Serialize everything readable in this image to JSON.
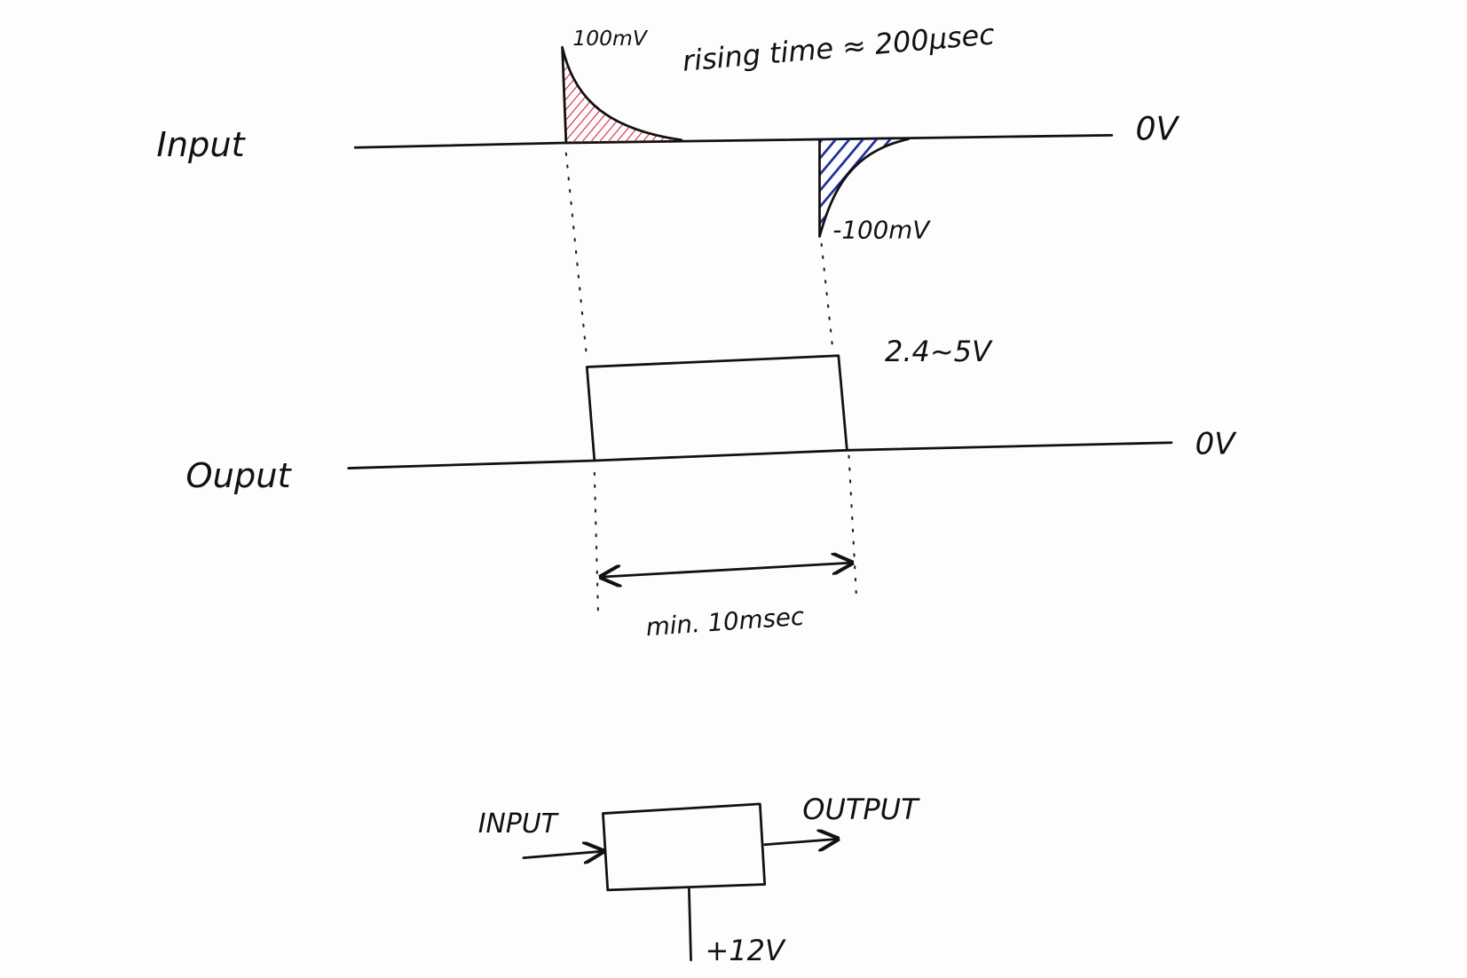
{
  "input_section": {
    "label": "Input",
    "positive_peak": "100mV",
    "negative_peak": "-100mV",
    "rising_time": "rising time ≈ 200μsec",
    "baseline": "0V",
    "positive_color": "#d8203a",
    "negative_color": "#1c2a9a"
  },
  "output_section": {
    "label": "Ouput",
    "high_level": "2.4~5V",
    "baseline": "0V",
    "pulse_width": "min. 10msec"
  },
  "block": {
    "input_label": "INPUT",
    "output_label": "OUTPUT",
    "supply_label": "+12V"
  }
}
